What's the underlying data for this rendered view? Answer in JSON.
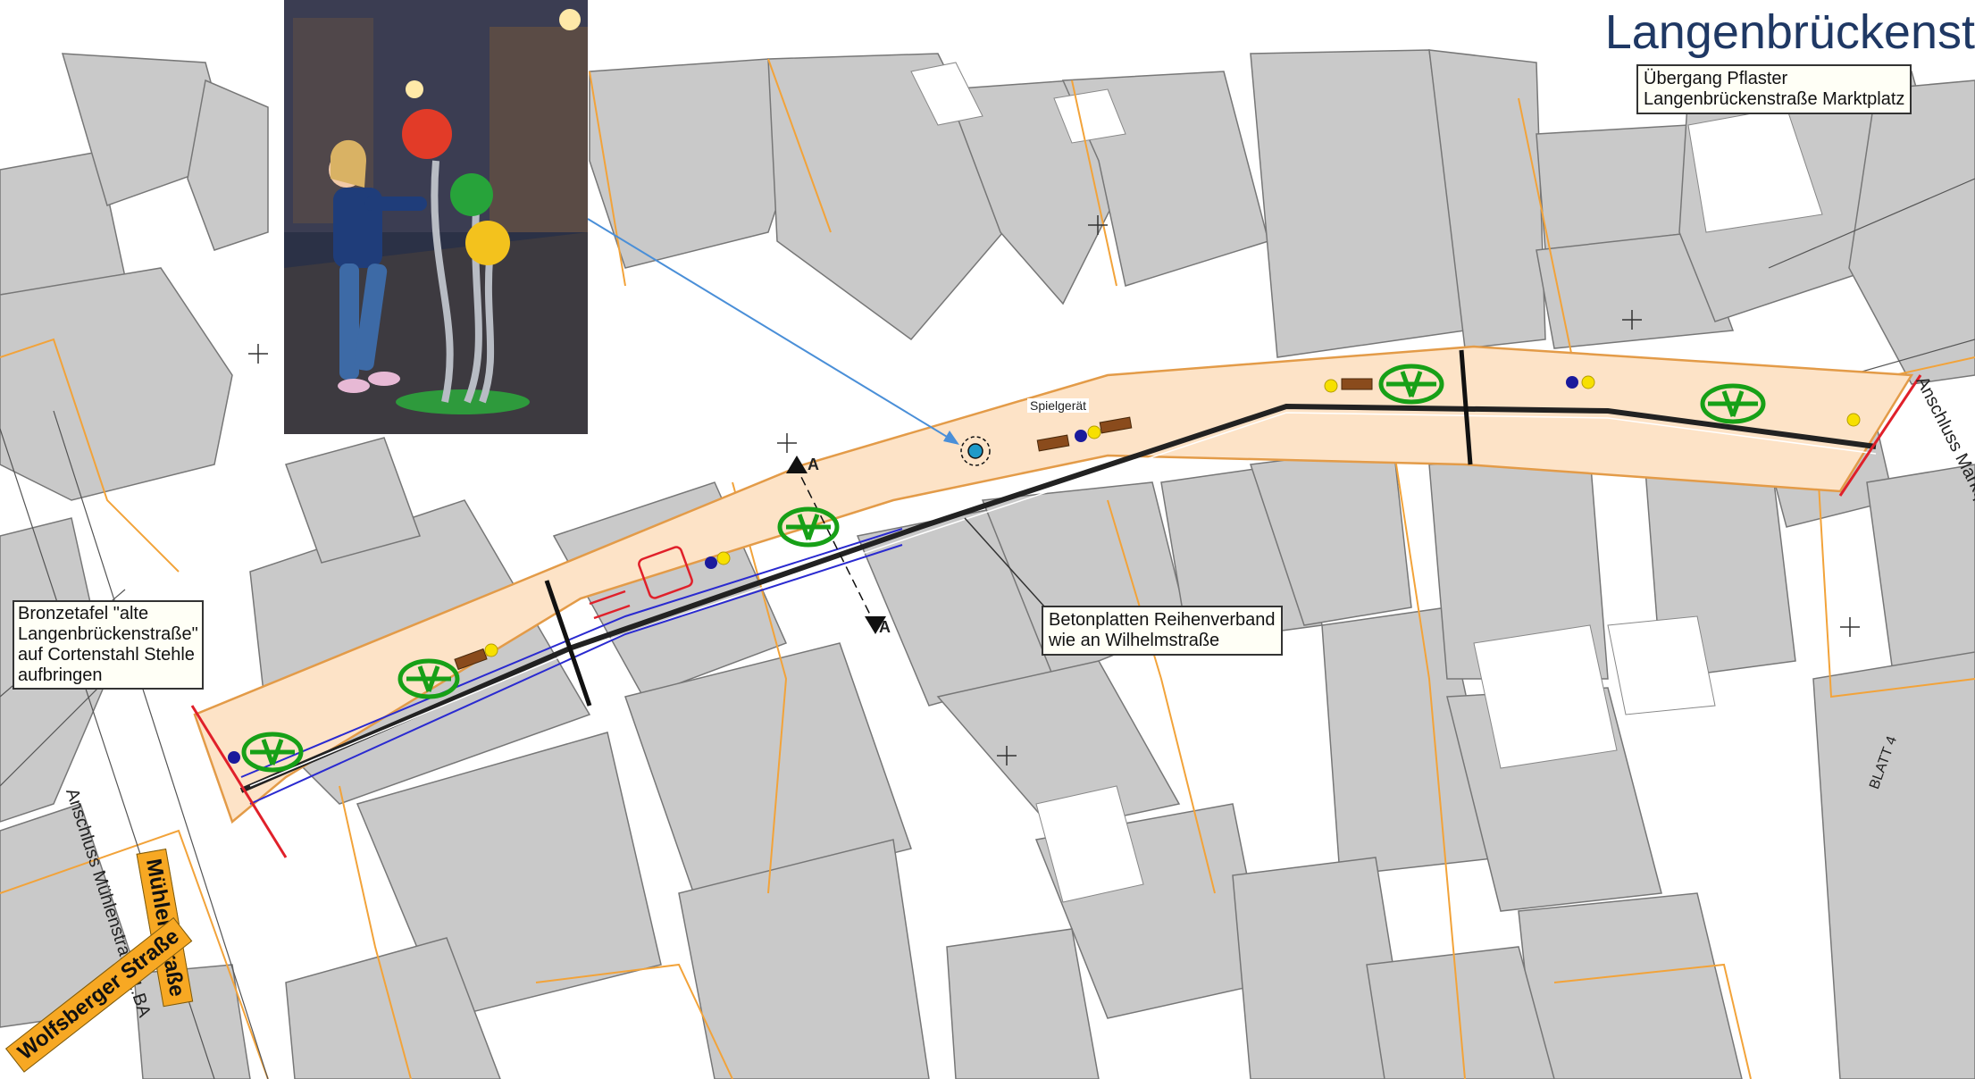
{
  "header": {
    "title": "Langenbrückenst"
  },
  "notes": {
    "transition": {
      "lines": [
        "Übergang Pflaster",
        "Langenbrückenstraße Marktplatz"
      ]
    },
    "plaque": {
      "lines": [
        "Bronzetafel \"alte",
        "Langenbrückenstraße\"",
        "auf Cortenstahl Stehle",
        "aufbringen"
      ]
    },
    "paving": {
      "lines": [
        "Betonplatten Reihenverband",
        "wie an Wilhelmstraße"
      ]
    }
  },
  "map_labels": {
    "playground": "Spielgerät",
    "connection_left": "Anschluss Mühlenstraße 1.BA",
    "connection_right": "Anschluss Marktplatz",
    "sheet": "BLATT 4",
    "section_a": "A"
  },
  "street_names": {
    "muehlen": "Mühlenstraße",
    "wolfsberger": "Wolfsberger Straße"
  },
  "colors": {
    "building": "#c9c9c9",
    "plaza": "#fde3c7",
    "parcel_line": "#f2a33a",
    "street_label_bg": "#f7a823",
    "title": "#1f3864",
    "callout_arrow": "#4a8fd8",
    "boundary": "#e0202a"
  },
  "icons": [
    "playground-photo",
    "tree-icon",
    "bench-icon",
    "lamp-icon",
    "north-cross-icon"
  ]
}
